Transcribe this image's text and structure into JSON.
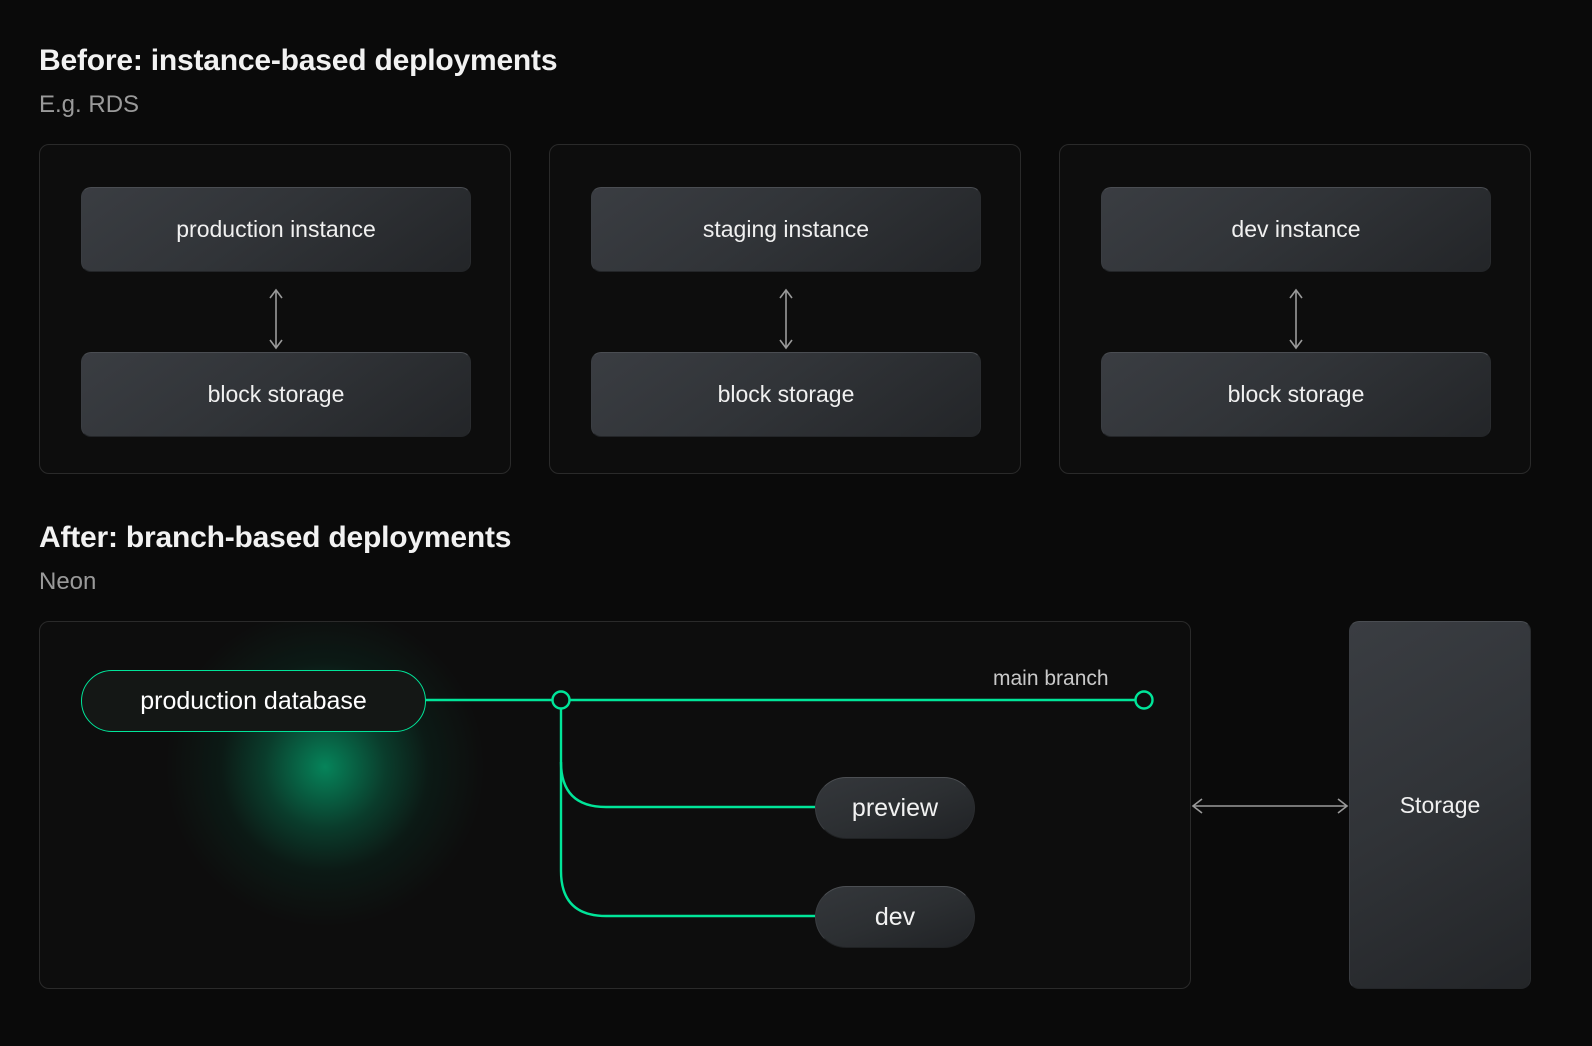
{
  "before": {
    "title": "Before: instance-based deployments",
    "subtitle": "E.g. RDS",
    "panels": [
      {
        "instance": "production instance",
        "storage": "block storage"
      },
      {
        "instance": "staging instance",
        "storage": "block storage"
      },
      {
        "instance": "dev instance",
        "storage": "block storage"
      }
    ]
  },
  "after": {
    "title": "After: branch-based deployments",
    "subtitle": "Neon",
    "primary_node": "production database",
    "main_branch_label": "main branch",
    "branches": [
      {
        "label": "preview"
      },
      {
        "label": "dev"
      }
    ],
    "storage": "Storage"
  },
  "colors": {
    "background": "#0a0a0a",
    "panel_bg": "#0d0d0d",
    "panel_border": "#2a2a2a",
    "accent_green": "#00e599",
    "box_fill": "#31343a",
    "arrow_gray": "#9a9a9a",
    "title_text": "#f2f2f2",
    "subtitle_text": "#9a9a9a"
  }
}
